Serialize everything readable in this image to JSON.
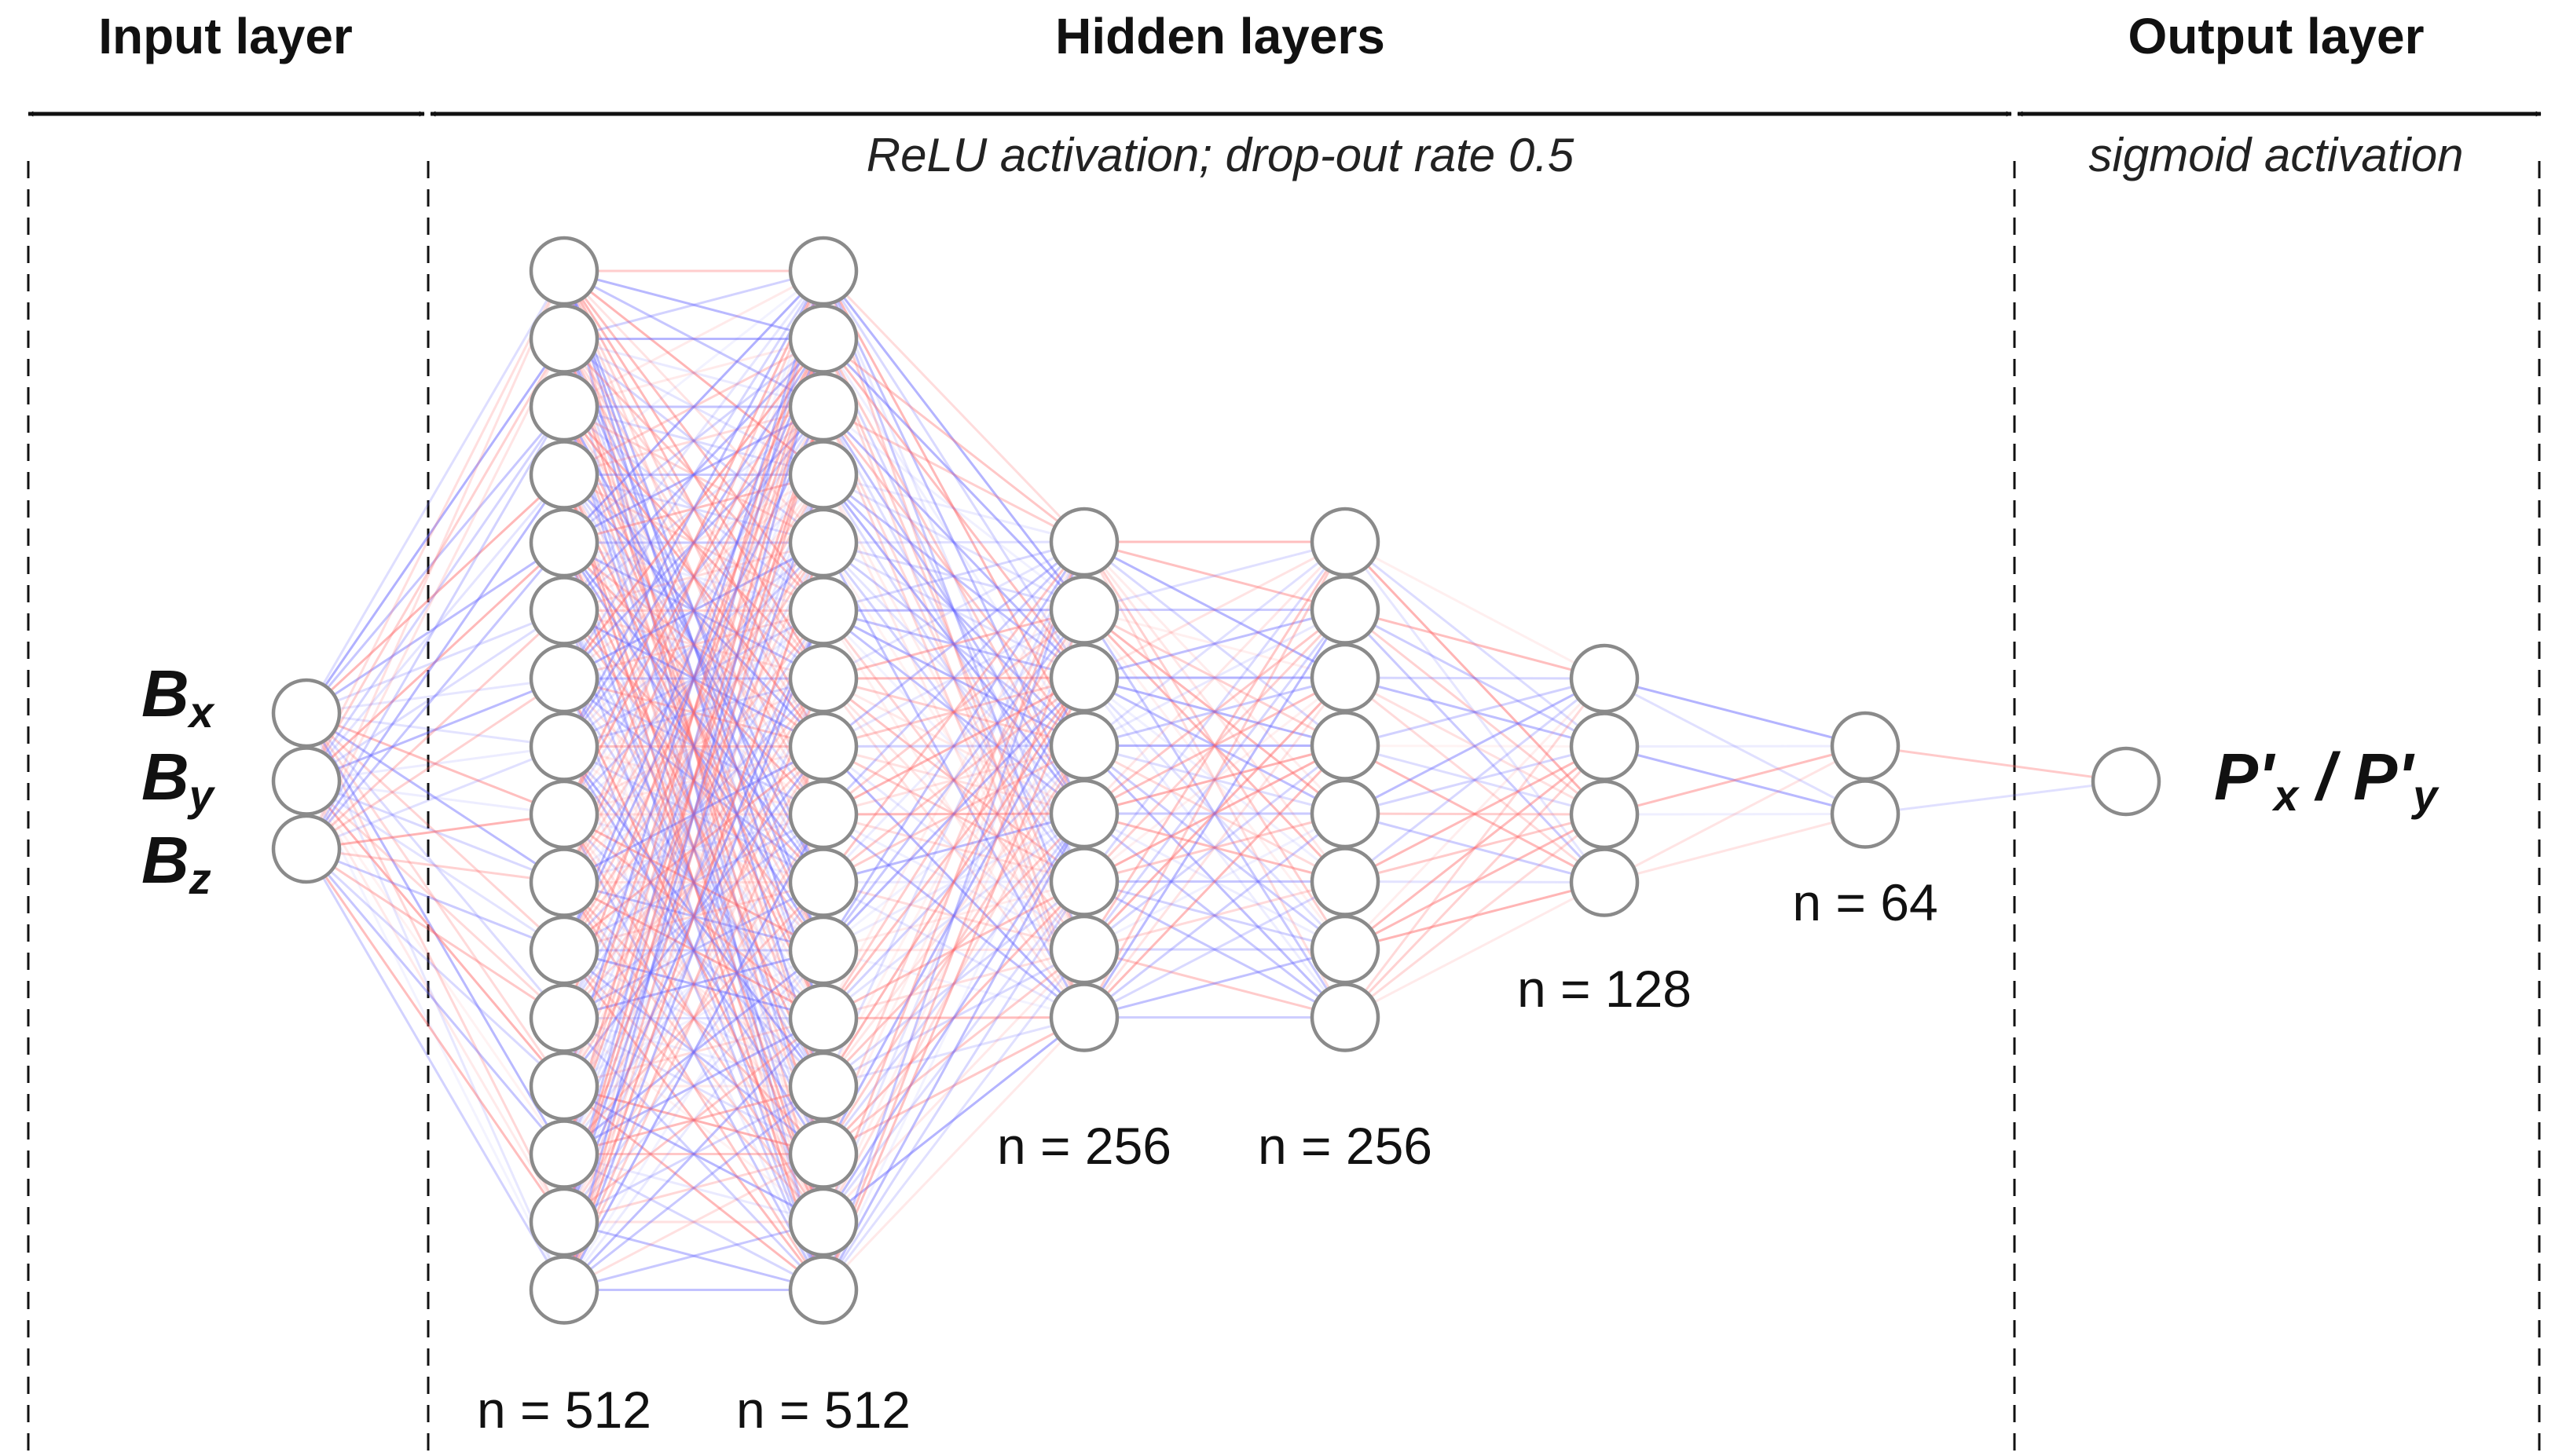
{
  "sections": [
    {
      "title": "Input layer",
      "subtitle": ""
    },
    {
      "title": "Hidden layers",
      "subtitle": "ReLU activation; drop-out rate 0.5"
    },
    {
      "title": "Output layer",
      "subtitle": "sigmoid activation"
    }
  ],
  "input_labels": [
    {
      "main": "B",
      "sub": "x"
    },
    {
      "main": "B",
      "sub": "y"
    },
    {
      "main": "B",
      "sub": "z"
    }
  ],
  "output_label": {
    "part1": "P'",
    "sub1": "x",
    "sep": " / ",
    "part2": "P'",
    "sub2": "y"
  },
  "layers": [
    {
      "role": "input",
      "nodes_drawn": 3,
      "label": ""
    },
    {
      "role": "hidden",
      "nodes_drawn": 16,
      "label": "n = 512"
    },
    {
      "role": "hidden",
      "nodes_drawn": 16,
      "label": "n = 512"
    },
    {
      "role": "hidden",
      "nodes_drawn": 8,
      "label": "n = 256"
    },
    {
      "role": "hidden",
      "nodes_drawn": 8,
      "label": "n = 256"
    },
    {
      "role": "hidden",
      "nodes_drawn": 4,
      "label": "n = 128"
    },
    {
      "role": "hidden",
      "nodes_drawn": 2,
      "label": "n = 64"
    },
    {
      "role": "output",
      "nodes_drawn": 1,
      "label": ""
    }
  ],
  "colors": {
    "positive_weight": "#ff6b6b",
    "negative_weight": "#6b6bff",
    "node_stroke": "#8a8a8a"
  }
}
